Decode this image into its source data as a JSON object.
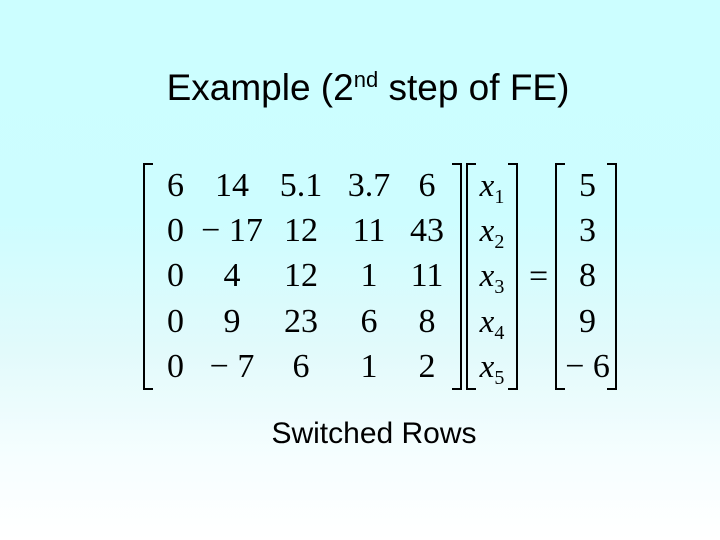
{
  "colors": {
    "background_top": "#ccfeff",
    "background_bottom": "#ffffff",
    "text": "#000000"
  },
  "title": {
    "prefix": "Example (2",
    "superscript": "nd",
    "suffix": " step of FE)"
  },
  "caption": "Switched Rows",
  "equation": {
    "matrix_rows": [
      [
        "6",
        "14",
        "5.1",
        "3.7",
        "6"
      ],
      [
        "0",
        "− 17",
        "12",
        "11",
        "43"
      ],
      [
        "0",
        "4",
        "12",
        "1",
        "11"
      ],
      [
        "0",
        "9",
        "23",
        "6",
        "8"
      ],
      [
        "0",
        "− 7",
        "6",
        "1",
        "2"
      ]
    ],
    "x_vector": [
      {
        "base": "x",
        "sub": "1"
      },
      {
        "base": "x",
        "sub": "2"
      },
      {
        "base": "x",
        "sub": "3"
      },
      {
        "base": "x",
        "sub": "4"
      },
      {
        "base": "x",
        "sub": "5"
      }
    ],
    "equals_sign": "=",
    "rhs_vector": [
      "5",
      "3",
      "8",
      "9",
      "− 6"
    ]
  }
}
